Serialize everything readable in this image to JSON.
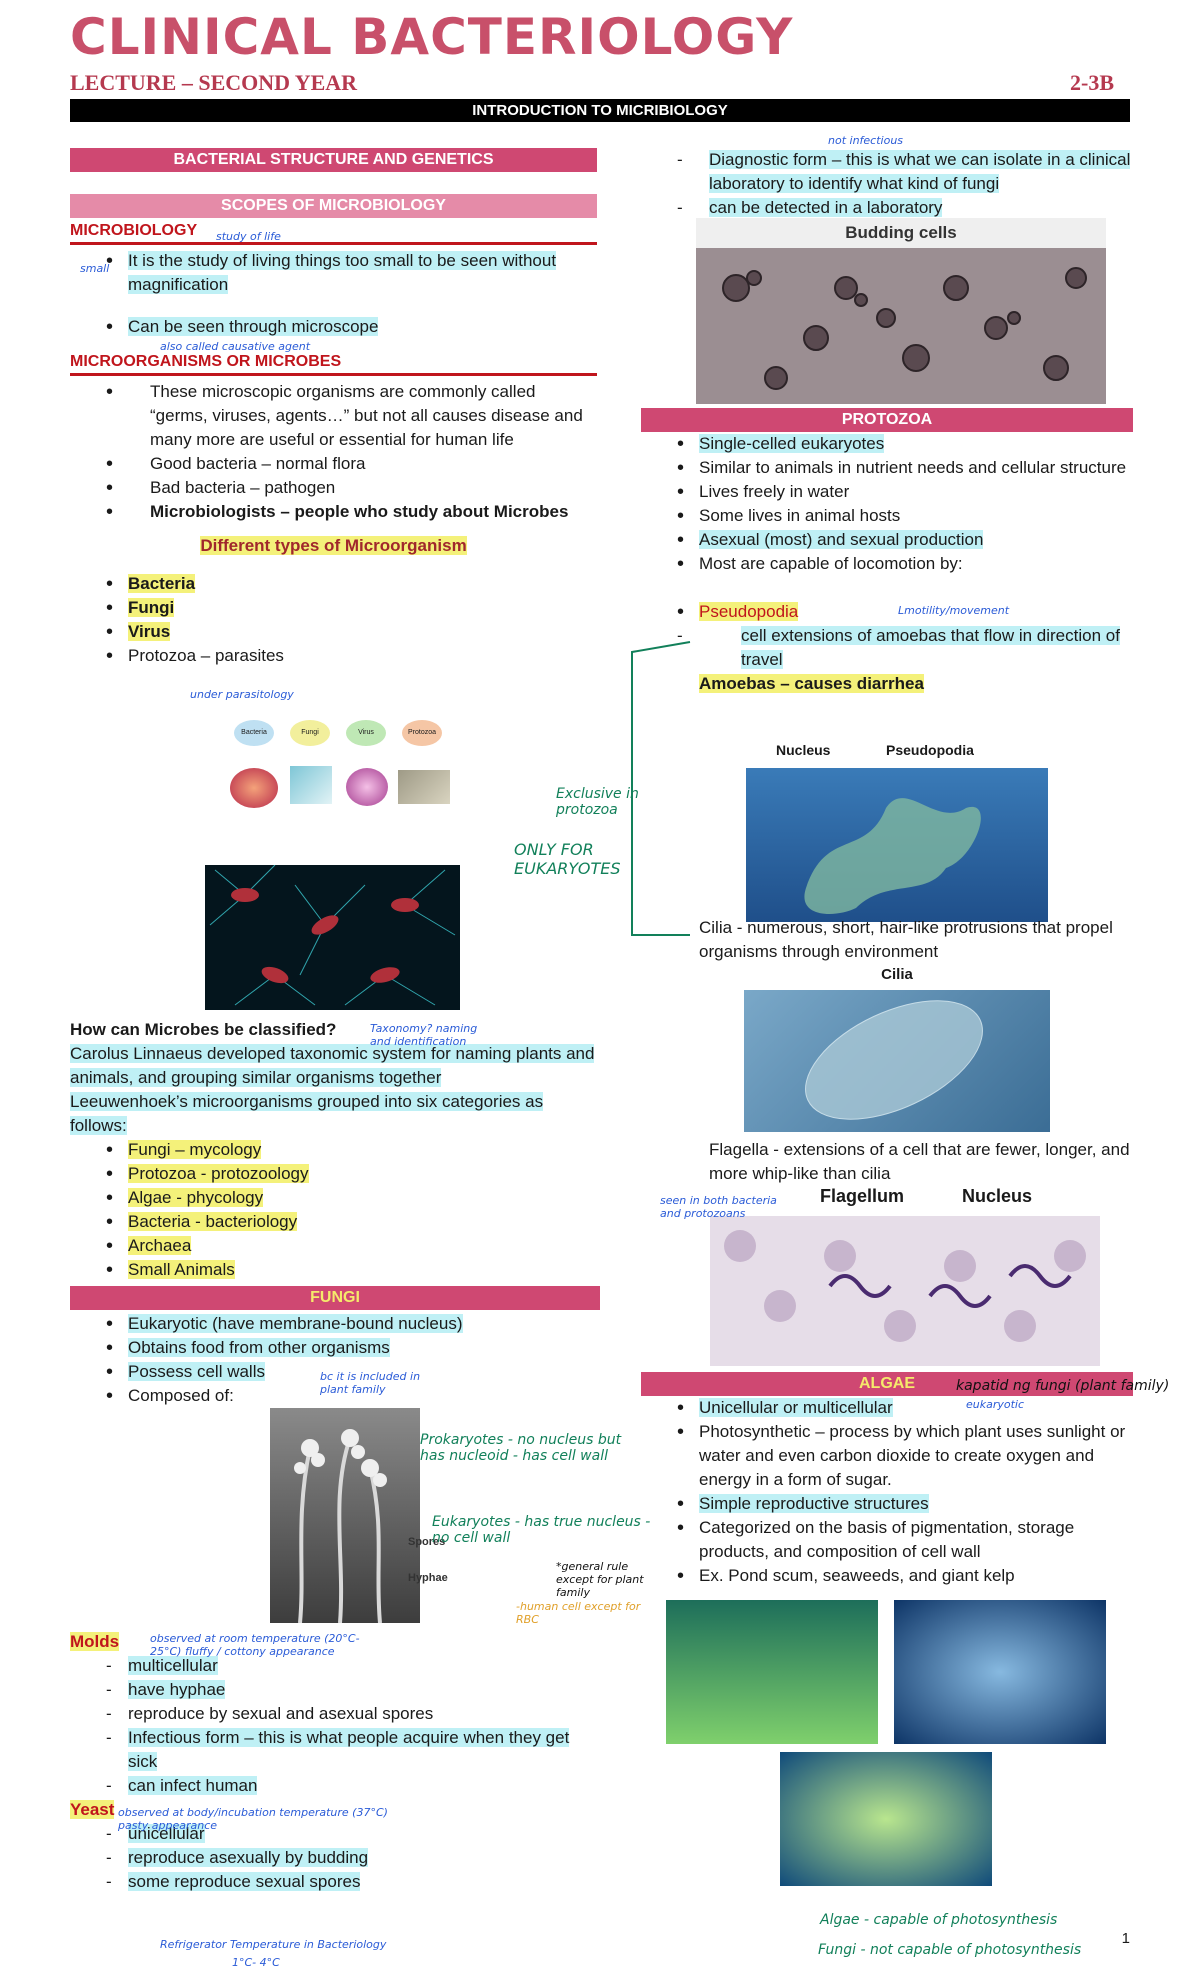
{
  "header": {
    "title": "CLINICAL BACTERIOLOGY",
    "subtitle": "LECTURE – SECOND YEAR",
    "code": "2-3B",
    "topic": "INTRODUCTION TO MICRIBIOLOGY"
  },
  "left": {
    "banner1": "BACTERIAL STRUCTURE AND GENETICS",
    "banner2": "SCOPES OF MICROBIOLOGY",
    "microbiology_heading": "MICROBIOLOGY",
    "micro_items": [
      "It is the study of living things too small to be seen without magnification",
      "Can be seen through microscope"
    ],
    "microorganisms_heading": "MICROORGANISMS OR MICROBES",
    "microbe_items": [
      "These microscopic organisms are commonly called “germs, viruses, agents…” but not all causes disease and many more are useful or essential for human life",
      "Good bacteria – normal flora",
      "Bad bacteria – pathogen",
      "Microbiologists – people who study about Microbes"
    ],
    "types_heading": "Different types of Microorganism",
    "types": [
      "Bacteria",
      "Fungi",
      "Virus",
      "Protozoa – parasites"
    ],
    "thumb_labels": [
      "Bacteria",
      "Fungi",
      "Virus",
      "Protozoa"
    ],
    "classify_heading": "How can Microbes be classified?",
    "classify_p1": "Carolus Linnaeus developed taxonomic system for naming plants and animals, and grouping similar organisms together",
    "classify_p2": "Leeuwenhoek’s microorganisms grouped into six categories as follows:",
    "categories": [
      "Fungi – mycology",
      "Protozoa - protozoology",
      "Algae - phycology",
      "Bacteria - bacteriology",
      "Archaea",
      "Small Animals"
    ],
    "fungi_banner": "FUNGI",
    "fungi_items": [
      "Eukaryotic (have membrane-bound nucleus)",
      "Obtains food from other organisms",
      "Possess cell walls",
      "Composed of:"
    ],
    "fungi_img_labels": [
      "Spores",
      "Hyphae"
    ],
    "molds_heading": "Molds",
    "molds_items": [
      "multicellular",
      "have hyphae",
      "reproduce by sexual and asexual spores",
      "Infectious form – this is what people acquire when they get sick",
      "can infect human"
    ],
    "yeast_heading": "Yeast",
    "yeast_items": [
      "unicellular",
      "reproduce asexually by budding",
      "some reproduce sexual spores"
    ]
  },
  "right": {
    "diag_items": [
      "Diagnostic form – this is what we can isolate in a clinical laboratory to identify what kind of fungi",
      "can be detected in a laboratory"
    ],
    "budding_label": "Budding cells",
    "protozoa_banner": "PROTOZOA",
    "protozoa_items": [
      "Single-celled eukaryotes",
      "Similar to animals in nutrient needs and cellular structure",
      "Lives freely in water",
      "Some lives in animal hosts",
      "Asexual (most) and sexual production",
      "Most are capable of locomotion by:"
    ],
    "pseudopodia": "Pseudopodia",
    "pseudopodia_desc": "cell extensions of amoebas that flow in direction of travel",
    "amoebas": "Amoebas – causes diarrhea",
    "amoeba_labels": [
      "Nucleus",
      "Pseudopodia"
    ],
    "cilia_text": "Cilia - numerous, short, hair-like protrusions that propel organisms through environment",
    "cilia_label": "Cilia",
    "flagella_text": "Flagella - extensions of a cell that are fewer, longer, and more whip-like than cilia",
    "flagella_labels": [
      "Flagellum",
      "Nucleus"
    ],
    "algae_banner": "ALGAE",
    "algae_items": [
      "Unicellular or multicellular",
      "Photosynthetic – process by which plant uses sunlight or water and even carbon dioxide to create oxygen and energy in a form of sugar.",
      "Simple reproductive structures",
      "Categorized on the basis of pigmentation, storage products, and composition of cell wall",
      "Ex. Pond scum, seaweeds, and giant kelp"
    ]
  },
  "handwritten": {
    "study_of_life": "study of life",
    "small": "small",
    "causative": "also called causative agent",
    "parasitology": "under parasitology",
    "taxonomy": "Taxonomy? naming and identification",
    "included_plant": "bc it is included in plant family",
    "prok": "Prokaryotes - no nucleus but has nucleoid - has cell wall",
    "euk": "Eukaryotes - has true nucleus - no cell wall",
    "exception": "*general rule except for plant family",
    "human_cell": "-human cell except for RBC",
    "room_temp": "observed at room temperature (20°C-25°C) fluffy / cottony appearance",
    "body_temp": "observed at body/incubation temperature (37°C) pasty appearance",
    "fridge": "Refrigerator Temperature in Bacteriology",
    "fridge_temp": "1°C- 4°C",
    "not_infectious": "not infectious",
    "motility": "Lmotility/movement",
    "exclusive": "Exclusive in protozoa",
    "only_euk": "ONLY FOR EUKARYOTES",
    "seen_both": "seen in both bacteria and protozoans",
    "kapatid": "kapatid ng fungi (plant family)",
    "eukaryotic": "eukaryotic",
    "algae_note": "Algae - capable of photosynthesis",
    "fungi_note": "Fungi - not capable of photosynthesis"
  },
  "page_number": "1"
}
